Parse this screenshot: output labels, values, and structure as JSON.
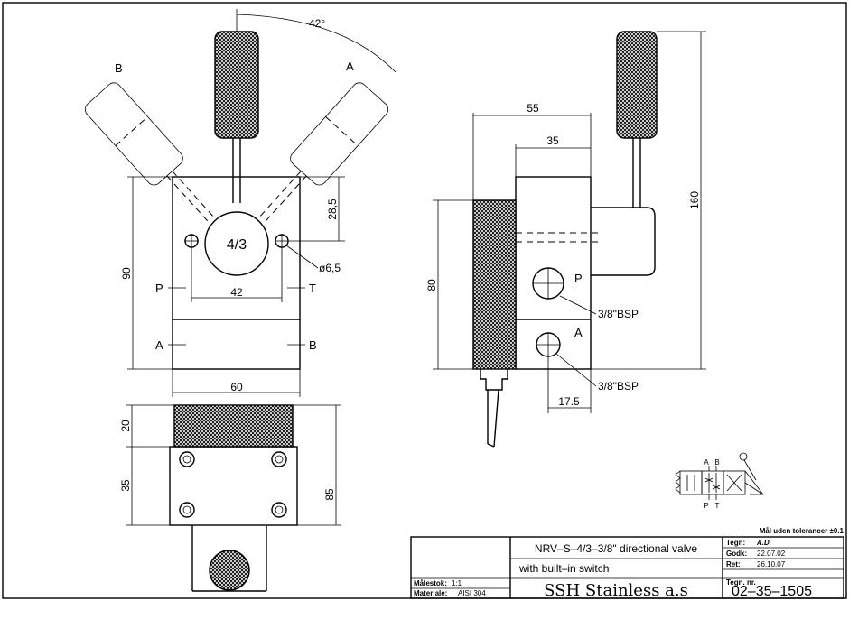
{
  "drawing": {
    "front_view": {
      "angle": "42°",
      "label_b_top": "B",
      "label_a_top": "A",
      "center_label": "4/3",
      "dim_28_5": "28,5",
      "dim_hole": "ø6,5",
      "dim_90": "90",
      "port_p": "P",
      "port_t": "T",
      "dim_42": "42",
      "port_a": "A",
      "port_b": "B",
      "dim_60": "60"
    },
    "bottom_view": {
      "dim_20": "20",
      "dim_35": "35",
      "dim_85": "85"
    },
    "side_view": {
      "dim_55": "55",
      "dim_35": "35",
      "dim_160": "160",
      "dim_80": "80",
      "port_p": "P",
      "port_a": "A",
      "bsp_1": "3/8\"BSP",
      "bsp_2": "3/8\"BSP",
      "dim_17_5": "17.5"
    },
    "symbol": {
      "a": "A",
      "b": "B",
      "p": "P",
      "t": "T"
    }
  },
  "title_block": {
    "tolerance": "Mål uden tolerancer ±0.1",
    "title_line1": "NRV–S–4/3–3/8\" directional valve",
    "title_line2": "with built–in switch",
    "company": "SSH Stainless a.s",
    "scale_label": "Målestok:",
    "scale_value": "1:1",
    "material_label": "Materiale:",
    "material_value": "AISI 304",
    "drawn_label": "Tegn:",
    "drawn_value": "A.D.",
    "approved_label": "Godk:",
    "approved_value": "22.07.02",
    "revised_label": "Ret:",
    "revised_value": "26.10.07",
    "drawing_no_label": "Tegn. nr.",
    "drawing_no_value": "02–35–1505"
  }
}
